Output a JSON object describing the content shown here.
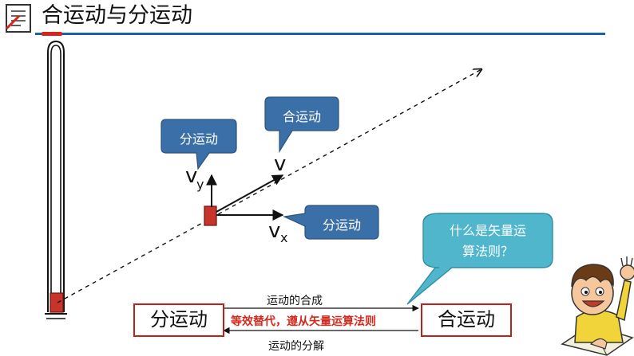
{
  "title": "合运动与分运动",
  "vectors": {
    "v": "v",
    "vy_main": "v",
    "vy_sub": "y",
    "vx_main": "v",
    "vx_sub": "x"
  },
  "callouts": {
    "resultant": "合运动",
    "component_y": "分运动",
    "component_x": "分运动"
  },
  "question": {
    "line1": "什么是矢量运",
    "line2": "算法则？"
  },
  "bottom": {
    "left_box": "分运动",
    "right_box": "合运动",
    "top_note": "运动的合成",
    "bottom_note": "运动的分解",
    "middle_prefix": "等效替代，遵从",
    "middle_bold": "矢量运算法则"
  },
  "colors": {
    "title_underline": "#1f5fa8",
    "accent_red": "#d9241c",
    "callout_blue": "#3b6fa8",
    "question_teal": "#4fb6cc",
    "box_border": "#c0201a",
    "block_red": "#c8332a"
  }
}
